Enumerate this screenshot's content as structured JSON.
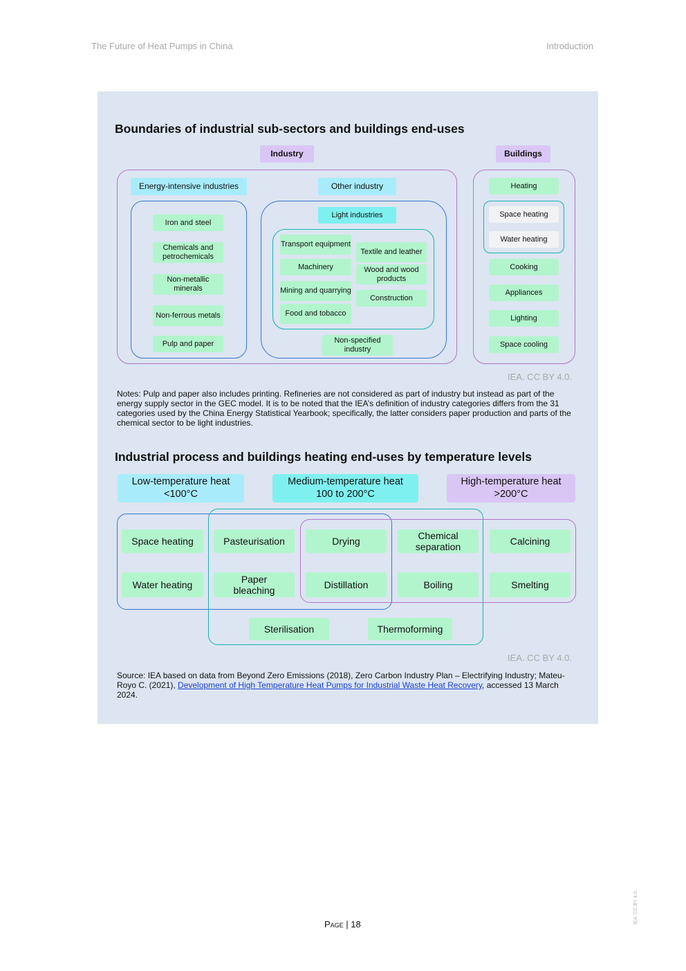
{
  "header": {
    "left": "The Future of Heat Pumps in China",
    "right": "Introduction"
  },
  "fig1": {
    "title": "Boundaries of industrial sub-sectors and buildings end-uses",
    "industry_label": "Industry",
    "buildings_label": "Buildings",
    "energy_intensive_label": "Energy-intensive industries",
    "other_industry_label": "Other industry",
    "light_industries_label": "Light industries",
    "energy_intensive_items": [
      "Iron and steel",
      "Chemicals and petrochemicals",
      "Non-metallic minerals",
      "Non-ferrous metals",
      "Pulp and paper"
    ],
    "light_left": [
      "Transport equipment",
      "Machinery",
      "Mining and quarrying",
      "Food and tobacco"
    ],
    "light_right": [
      "Textile and leather",
      "Wood and wood products",
      "Construction"
    ],
    "non_specified": "Non-specified industry",
    "buildings_items": {
      "heating": "Heating",
      "space_heating": "Space heating",
      "water_heating": "Water heating",
      "cooking": "Cooking",
      "appliances": "Appliances",
      "lighting": "Lighting",
      "space_cooling": "Space cooling"
    },
    "credit": "IEA. CC BY 4.0.",
    "notes": "Notes: Pulp and paper also includes printing. Refineries are not considered as part of industry but instead as part of the energy supply sector in the GEC model. It is to be noted that the IEA’s definition of industry categories differs from the 31 categories used by the China Energy Statistical Yearbook; specifically, the latter considers paper production and parts of the chemical sector to be light industries."
  },
  "fig2": {
    "title": "Industrial process and buildings heating end-uses by temperature levels",
    "low": "Low-temperature heat\n<100°C",
    "medium": "Medium-temperature heat\n100 to 200°C",
    "high": "High-temperature heat\n>200°C",
    "items": {
      "space_heating": "Space heating",
      "water_heating": "Water heating",
      "pasteurisation": "Pasteurisation",
      "paper_bleaching": "Paper\nbleaching",
      "drying": "Drying",
      "distillation": "Distillation",
      "chemical_separation": "Chemical\nseparation",
      "boiling": "Boiling",
      "calcining": "Calcining",
      "smelting": "Smelting",
      "sterilisation": "Sterilisation",
      "thermoforming": "Thermoforming"
    },
    "credit": "IEA. CC BY 4.0.",
    "source_before": "Source: IEA based on data from Beyond Zero Emissions (2018), Zero Carbon Industry Plan – Electrifying Industry; Mateu-Royo C. (2021), ",
    "source_link": "Development of High Temperature Heat Pumps for Industrial Waste Heat Recovery",
    "source_after": ", accessed 13 March 2024."
  },
  "footer": {
    "page_word": "Page",
    "page_sep": " | ",
    "page_number": "18",
    "side_credit": "IEA. CC BY 4.0."
  },
  "colors": {
    "panel": "#dce5f1",
    "green": "#b2f5cc",
    "cyan": "#a8ecfb",
    "teal": "#7ff0f0",
    "lavender": "#d9c6f5",
    "purple_frame": "#b574c8",
    "blue_frame": "#3a74cc",
    "teal_frame": "#1cb0b0"
  }
}
